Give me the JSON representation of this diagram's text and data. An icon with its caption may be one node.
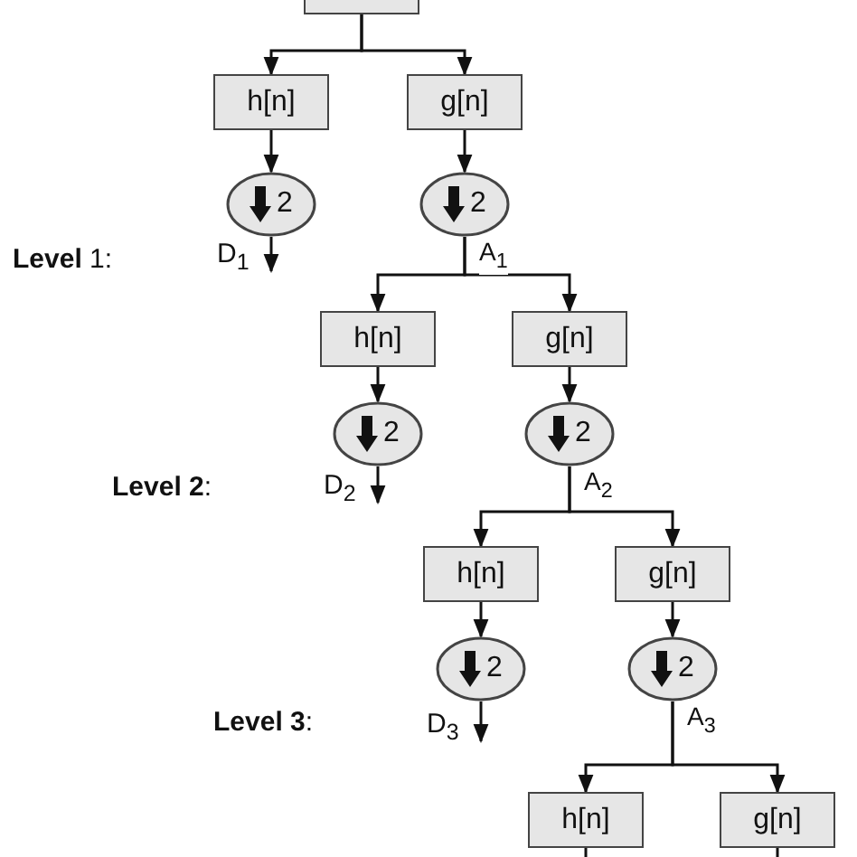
{
  "diagram": {
    "nodes": [
      {
        "text": [],
        "shape": "box"
      },
      {
        "text": [
          "h[n]"
        ]
      },
      {
        "text": [
          "g[n]"
        ]
      },
      {
        "text": [
          "2"
        ]
      },
      {
        "text": [
          "2"
        ]
      },
      {
        "text": [
          "h[n]"
        ]
      },
      {
        "text": [
          "g[n]"
        ]
      },
      {
        "text": [
          "2"
        ]
      },
      {
        "text": [
          "2"
        ]
      },
      {
        "text": [
          "h[n]"
        ]
      },
      {
        "text": [
          "g[n]"
        ]
      },
      {
        "text": [
          "2"
        ]
      },
      {
        "text": [
          "2"
        ]
      },
      {
        "text": [
          "h[n]"
        ]
      },
      {
        "text": [
          "g[n]"
        ]
      }
    ],
    "edges": [
      {
        "from": 0,
        "to": 1,
        "arrow": "to"
      },
      {
        "from": 0,
        "to": 2,
        "arrow": "to"
      },
      {
        "from": 1,
        "to": 3,
        "arrow": "to"
      },
      {
        "from": 2,
        "to": 4,
        "arrow": "to"
      },
      {
        "from": 3,
        "to": null,
        "arrow": "to",
        "label": "D$_{1}$"
      },
      {
        "from": 4,
        "to": 5,
        "arrow": "to",
        "label": "A$_{1}$"
      },
      {
        "from": 4,
        "to": 6,
        "arrow": "to"
      },
      {
        "from": 5,
        "to": 7,
        "arrow": "to"
      },
      {
        "from": 6,
        "to": 8,
        "arrow": "to"
      },
      {
        "from": 7,
        "to": null,
        "arrow": "to",
        "label": "D$_{2}$"
      },
      {
        "from": 8,
        "to": 9,
        "arrow": "to",
        "label": "A$_{2}$"
      },
      {
        "from": 8,
        "to": 10,
        "arrow": "to"
      },
      {
        "from": 9,
        "to": 11,
        "arrow": "to"
      },
      {
        "from": 10,
        "to": 12,
        "arrow": "to"
      },
      {
        "from": 11,
        "to": null,
        "arrow": "to",
        "label": "D$_{3}$"
      },
      {
        "from": 12,
        "to": 13,
        "arrow": "to",
        "label": "A$_{3}$"
      },
      {
        "from": 12,
        "to": 14,
        "arrow": "to"
      },
      {
        "from": 13,
        "to": null,
        "arrow": "none"
      },
      {
        "from": 14,
        "to": null,
        "arrow": "none"
      }
    ],
    "labels": [
      "**Level** 1:",
      "**Level 2**:",
      "**Level 3**:"
    ]
  }
}
